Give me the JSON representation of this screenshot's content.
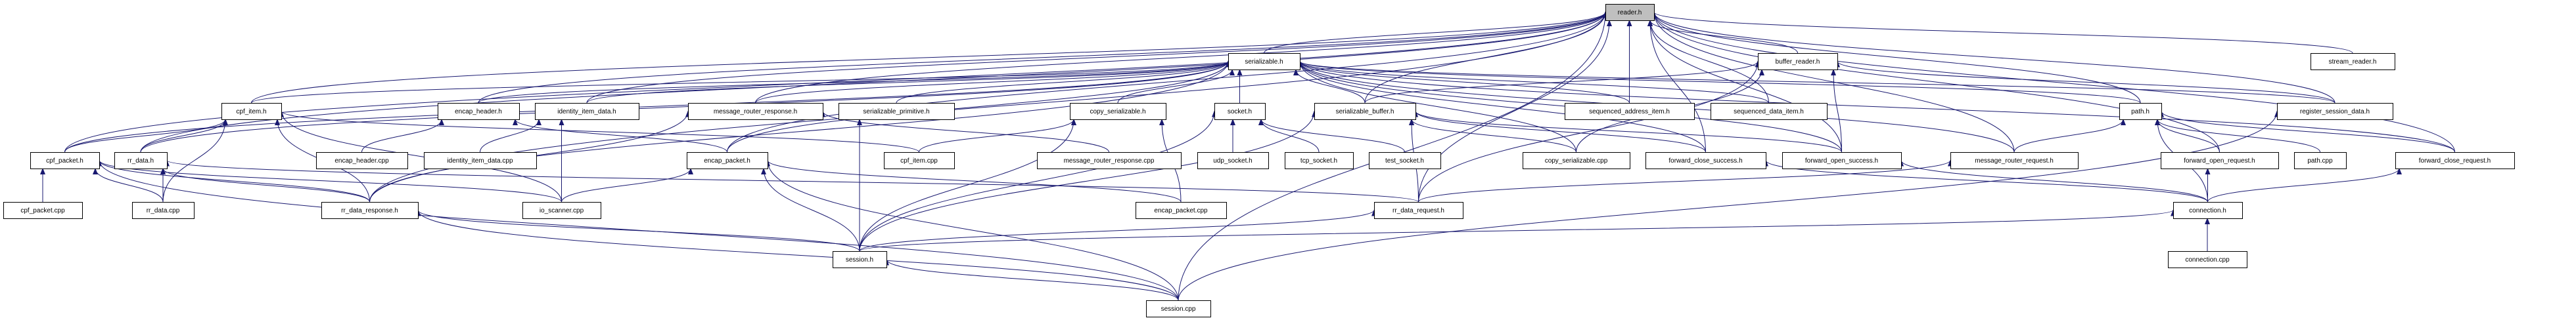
{
  "graph": {
    "root": "reader.h",
    "colors": {
      "edge": "#191970",
      "root_fill": "#bfbfbf",
      "node_fill": "#ffffff",
      "border": "#000000"
    },
    "nodes": [
      "reader.h",
      "serializable.h",
      "buffer_reader.h",
      "stream_reader.h",
      "cpf_item.h",
      "encap_header.h",
      "identity_item_data.h",
      "message_router_response.h",
      "serializable_primitive.h",
      "copy_serializable.h",
      "socket.h",
      "serializable_buffer.h",
      "sequenced_address_item.h",
      "sequenced_data_item.h",
      "path.h",
      "register_session_data.h",
      "cpf_packet.h",
      "rr_data.h",
      "encap_header.cpp",
      "identity_item_data.cpp",
      "encap_packet.h",
      "cpf_item.cpp",
      "message_router_response.cpp",
      "udp_socket.h",
      "tcp_socket.h",
      "test_socket.h",
      "copy_serializable.cpp",
      "forward_close_success.h",
      "forward_open_success.h",
      "message_router_request.h",
      "forward_open_request.h",
      "path.cpp",
      "forward_close_request.h",
      "cpf_packet.cpp",
      "rr_data.cpp",
      "rr_data_response.h",
      "io_scanner.cpp",
      "encap_packet.cpp",
      "rr_data_request.h",
      "connection.h",
      "session.h",
      "connection.cpp",
      "session.cpp"
    ],
    "edges": [
      [
        "serializable.h",
        "reader.h"
      ],
      [
        "buffer_reader.h",
        "reader.h"
      ],
      [
        "sequenced_address_item.h",
        "reader.h"
      ],
      [
        "sequenced_data_item.h",
        "reader.h"
      ],
      [
        "serializable_buffer.h",
        "reader.h"
      ],
      [
        "stream_reader.h",
        "reader.h"
      ],
      [
        "register_session_data.h",
        "reader.h"
      ],
      [
        "path.h",
        "reader.h"
      ],
      [
        "forward_open_request.h",
        "reader.h"
      ],
      [
        "forward_close_request.h",
        "reader.h"
      ],
      [
        "message_router_request.h",
        "reader.h"
      ],
      [
        "forward_open_success.h",
        "reader.h"
      ],
      [
        "forward_close_success.h",
        "reader.h"
      ],
      [
        "cpf_item.h",
        "reader.h"
      ],
      [
        "cpf_packet.h",
        "reader.h"
      ],
      [
        "rr_data.h",
        "reader.h"
      ],
      [
        "encap_header.h",
        "reader.h"
      ],
      [
        "identity_item_data.h",
        "reader.h"
      ],
      [
        "message_router_response.h",
        "reader.h"
      ],
      [
        "encap_packet.h",
        "reader.h"
      ],
      [
        "session.cpp",
        "reader.h"
      ],
      [
        "rr_data_response.h",
        "reader.h"
      ],
      [
        "rr_data_request.h",
        "reader.h"
      ],
      [
        "copy_serializable.cpp",
        "buffer_reader.h"
      ],
      [
        "forward_open_success.h",
        "buffer_reader.h"
      ],
      [
        "serializable_buffer.h",
        "buffer_reader.h"
      ],
      [
        "rr_data_request.h",
        "buffer_reader.h"
      ],
      [
        "register_session_data.h",
        "buffer_reader.h"
      ],
      [
        "socket.h",
        "serializable.h"
      ],
      [
        "copy_serializable.h",
        "serializable.h"
      ],
      [
        "serializable_primitive.h",
        "serializable.h"
      ],
      [
        "message_router_response.h",
        "serializable.h"
      ],
      [
        "cpf_item.h",
        "serializable.h"
      ],
      [
        "identity_item_data.h",
        "serializable.h"
      ],
      [
        "encap_header.h",
        "serializable.h"
      ],
      [
        "cpf_packet.h",
        "serializable.h"
      ],
      [
        "rr_data.h",
        "serializable.h"
      ],
      [
        "encap_packet.h",
        "serializable.h"
      ],
      [
        "serializable_buffer.h",
        "serializable.h"
      ],
      [
        "path.h",
        "serializable.h"
      ],
      [
        "forward_close_request.h",
        "serializable.h"
      ],
      [
        "forward_open_success.h",
        "serializable.h"
      ],
      [
        "forward_close_success.h",
        "serializable.h"
      ],
      [
        "sequenced_address_item.h",
        "serializable.h"
      ],
      [
        "sequenced_data_item.h",
        "serializable.h"
      ],
      [
        "register_session_data.h",
        "serializable.h"
      ],
      [
        "message_router_request.h",
        "serializable.h"
      ],
      [
        "copy_serializable.cpp",
        "serializable.h"
      ],
      [
        "rr_data_response.h",
        "serializable.h"
      ],
      [
        "cpf_packet.h",
        "cpf_item.h"
      ],
      [
        "rr_data.h",
        "cpf_item.h"
      ],
      [
        "rr_data.cpp",
        "cpf_item.h"
      ],
      [
        "rr_data_response.h",
        "cpf_item.h"
      ],
      [
        "io_scanner.cpp",
        "cpf_item.h"
      ],
      [
        "cpf_item.cpp",
        "cpf_item.h"
      ],
      [
        "cpf_packet.cpp",
        "cpf_packet.h"
      ],
      [
        "rr_data.cpp",
        "cpf_packet.h"
      ],
      [
        "rr_data_response.h",
        "cpf_packet.h"
      ],
      [
        "io_scanner.cpp",
        "cpf_packet.h"
      ],
      [
        "session.cpp",
        "cpf_packet.h"
      ],
      [
        "rr_data.cpp",
        "rr_data.h"
      ],
      [
        "rr_data_response.h",
        "rr_data.h"
      ],
      [
        "rr_data_request.h",
        "rr_data.h"
      ],
      [
        "encap_header.cpp",
        "encap_header.h"
      ],
      [
        "encap_packet.h",
        "encap_header.h"
      ],
      [
        "identity_item_data.cpp",
        "identity_item_data.h"
      ],
      [
        "io_scanner.cpp",
        "identity_item_data.h"
      ],
      [
        "session.h",
        "encap_packet.h"
      ],
      [
        "session.cpp",
        "encap_packet.h"
      ],
      [
        "encap_packet.cpp",
        "encap_packet.h"
      ],
      [
        "io_scanner.cpp",
        "encap_packet.h"
      ],
      [
        "message_router_response.cpp",
        "message_router_response.h"
      ],
      [
        "rr_data_response.h",
        "message_router_response.h"
      ],
      [
        "session.h",
        "serializable_primitive.h"
      ],
      [
        "cpf_item.cpp",
        "copy_serializable.h"
      ],
      [
        "encap_packet.cpp",
        "copy_serializable.h"
      ],
      [
        "session.h",
        "copy_serializable.h"
      ],
      [
        "udp_socket.h",
        "socket.h"
      ],
      [
        "tcp_socket.h",
        "socket.h"
      ],
      [
        "test_socket.h",
        "socket.h"
      ],
      [
        "session.h",
        "socket.h"
      ],
      [
        "rr_data_request.h",
        "serializable_buffer.h"
      ],
      [
        "session.h",
        "serializable_buffer.h"
      ],
      [
        "copy_serializable.cpp",
        "serializable_buffer.h"
      ],
      [
        "forward_close_success.h",
        "serializable_buffer.h"
      ],
      [
        "forward_open_success.h",
        "serializable_buffer.h"
      ],
      [
        "rr_data_request.h",
        "message_router_request.h"
      ],
      [
        "connection.h",
        "forward_close_success.h"
      ],
      [
        "connection.h",
        "forward_open_success.h"
      ],
      [
        "message_router_request.h",
        "path.h"
      ],
      [
        "forward_open_request.h",
        "path.h"
      ],
      [
        "path.cpp",
        "path.h"
      ],
      [
        "forward_close_request.h",
        "path.h"
      ],
      [
        "connection.h",
        "path.h"
      ],
      [
        "connection.h",
        "forward_open_request.h"
      ],
      [
        "connection.h",
        "forward_close_request.h"
      ],
      [
        "connection.cpp",
        "connection.h"
      ],
      [
        "session.h",
        "connection.h"
      ],
      [
        "session.h",
        "rr_data_request.h"
      ],
      [
        "session.h",
        "rr_data_response.h"
      ],
      [
        "session.cpp",
        "rr_data_response.h"
      ],
      [
        "session.cpp",
        "session.h"
      ],
      [
        "session.cpp",
        "register_session_data.h"
      ]
    ]
  }
}
